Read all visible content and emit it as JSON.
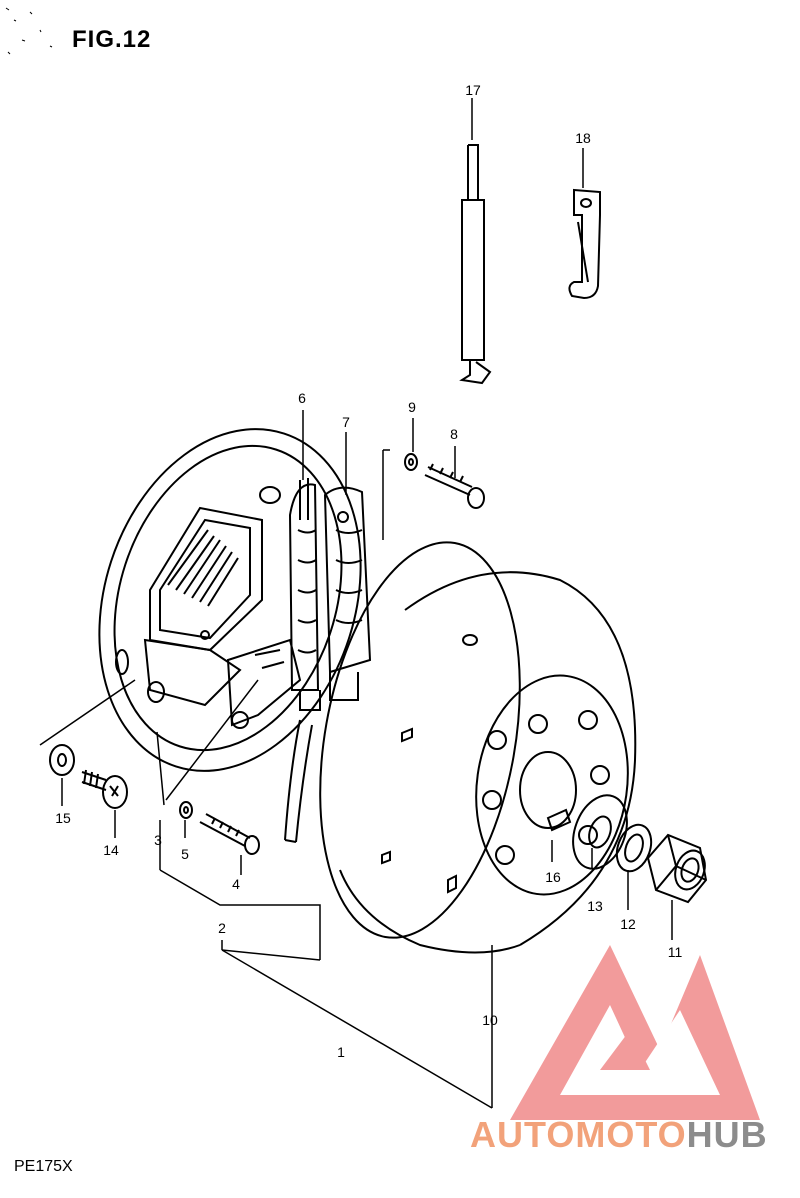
{
  "figure": {
    "title": "FIG.12",
    "model": "PE175X"
  },
  "parts": [
    {
      "ref": "1"
    },
    {
      "ref": "2"
    },
    {
      "ref": "3"
    },
    {
      "ref": "4"
    },
    {
      "ref": "5"
    },
    {
      "ref": "6"
    },
    {
      "ref": "7"
    },
    {
      "ref": "8"
    },
    {
      "ref": "9"
    },
    {
      "ref": "10"
    },
    {
      "ref": "11"
    },
    {
      "ref": "12"
    },
    {
      "ref": "13"
    },
    {
      "ref": "14"
    },
    {
      "ref": "15"
    },
    {
      "ref": "16"
    },
    {
      "ref": "17"
    },
    {
      "ref": "18"
    }
  ],
  "watermark": {
    "part1": "AUTOMOTO",
    "part2": "HUB",
    "accent_color": "#f2a27a",
    "gray_color": "#8c8c8c"
  }
}
